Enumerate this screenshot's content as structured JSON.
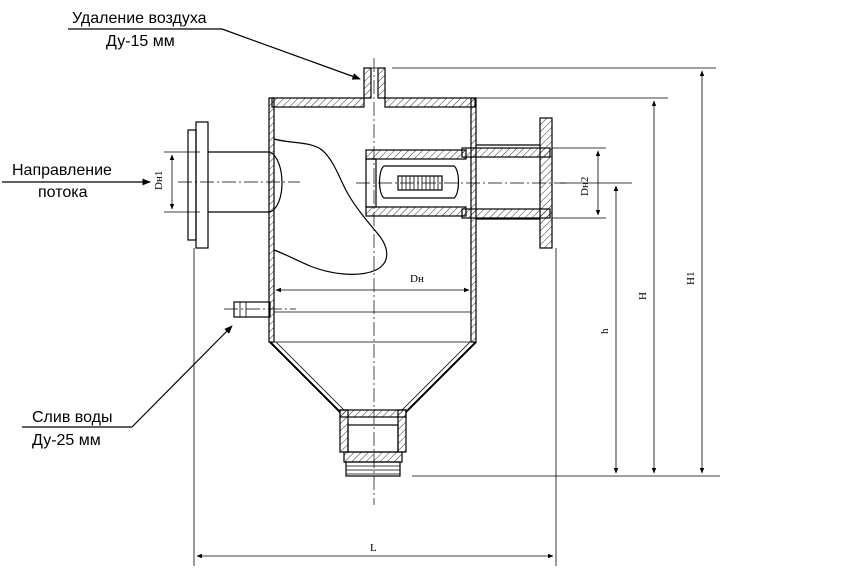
{
  "labels": {
    "air_removal_title": "Удаление воздуха",
    "air_removal_size": "Ду-15 мм",
    "flow_direction_line1": "Направление",
    "flow_direction_line2": "потока",
    "water_drain_title": "Слив воды",
    "water_drain_size": "Ду-25 мм"
  },
  "dimensions": {
    "inlet_diameter": "Dн1",
    "outlet_diameter": "Dн2",
    "body_diameter": "Dн",
    "length": "L",
    "height": "H",
    "height_outlet": "h",
    "height_total": "H1"
  }
}
